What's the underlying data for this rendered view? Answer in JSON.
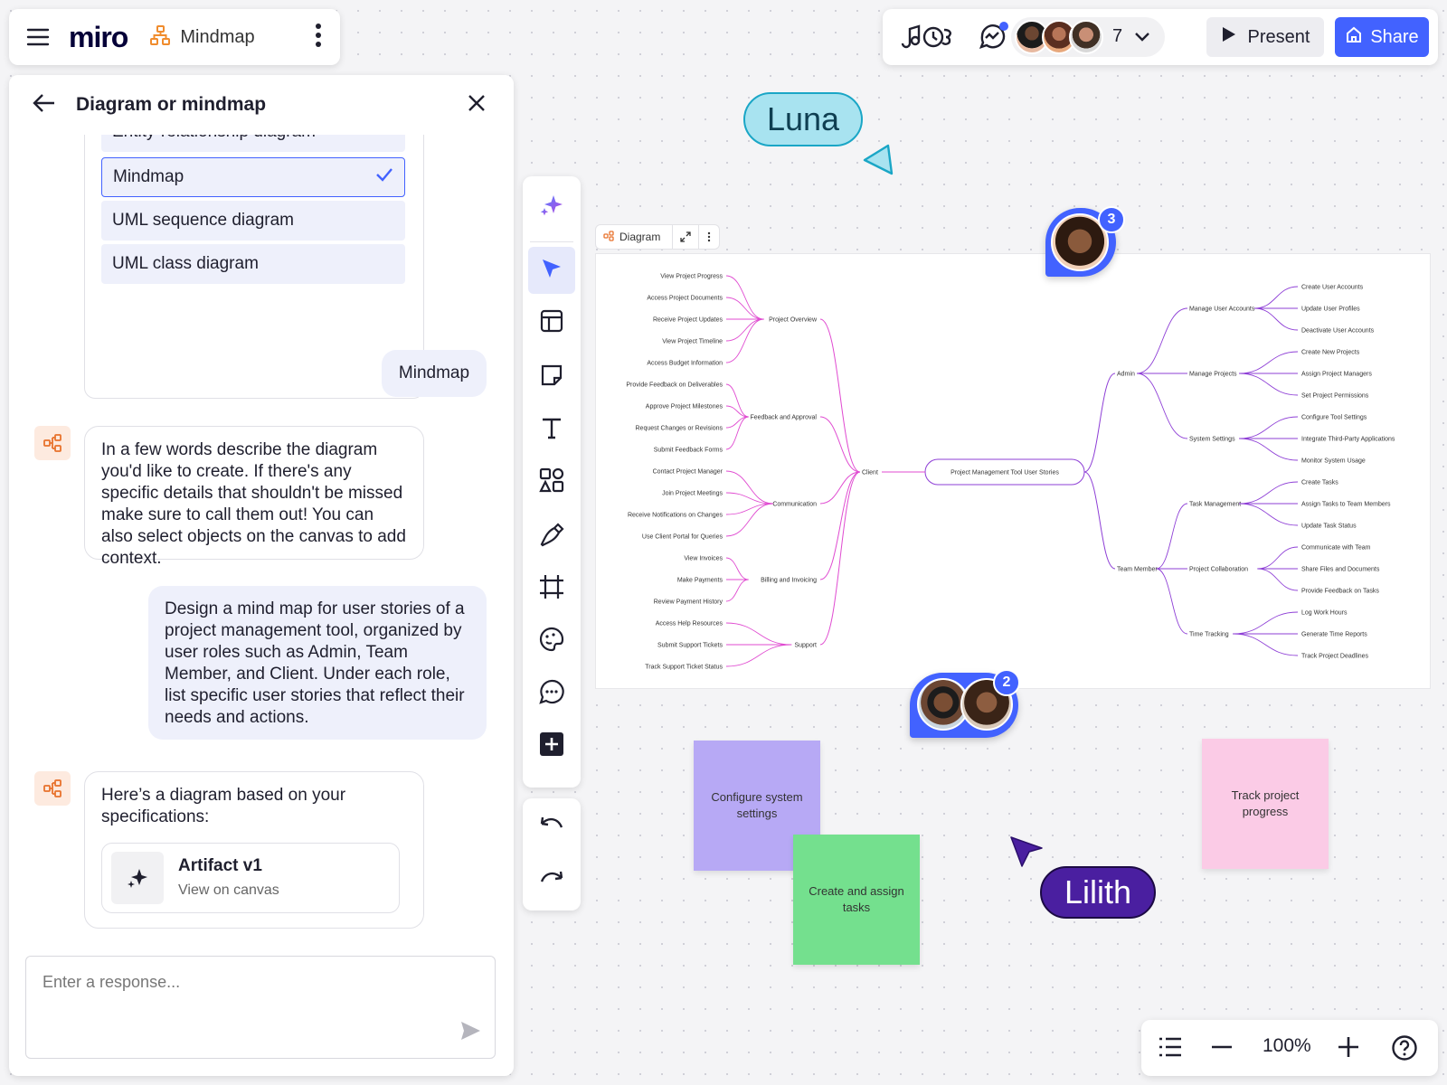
{
  "app": {
    "logo": "miro",
    "board_name": "Mindmap"
  },
  "collaborators": {
    "count": "7"
  },
  "toolbar_top": {
    "present_label": "Present",
    "share_label": "Share"
  },
  "panel": {
    "title": "Diagram or mindmap",
    "options": [
      {
        "label": "Entity-relationship diagram",
        "selected": false
      },
      {
        "label": "Mindmap",
        "selected": true
      },
      {
        "label": "UML sequence diagram",
        "selected": false
      },
      {
        "label": "UML class diagram",
        "selected": false
      }
    ],
    "messages": [
      {
        "role": "user",
        "text": "Mindmap"
      },
      {
        "role": "assistant",
        "text": "In a few words describe the diagram you'd like to create. If there's any specific details that shouldn't be missed make sure to call them out! You can also select objects on the canvas to add context."
      },
      {
        "role": "user",
        "text": "Design a mind map for user stories of a project management tool, organized by user roles such as Admin, Team Member, and Client. Under each role, list specific user stories that reflect their needs and actions."
      },
      {
        "role": "assistant",
        "text": "Here’s a diagram based on your specifications:"
      }
    ],
    "artifact": {
      "title": "Artifact v1",
      "subtitle": "View on canvas"
    },
    "reply_placeholder": "Enter a response..."
  },
  "diagram": {
    "tag": "Diagram",
    "root": "Project Management Tool User Stories",
    "left": {
      "label": "Client",
      "groups": [
        {
          "label": "Project Overview",
          "items": [
            "View Project Progress",
            "Access Project Documents",
            "Receive Project Updates",
            "View Project Timeline",
            "Access Budget Information"
          ]
        },
        {
          "label": "Feedback and Approval",
          "items": [
            "Provide Feedback on Deliverables",
            "Approve Project Milestones",
            "Request Changes or Revisions",
            "Submit Feedback Forms"
          ]
        },
        {
          "label": "Communication",
          "items": [
            "Contact Project Manager",
            "Join Project Meetings",
            "Receive Notifications on Changes",
            "Use Client Portal for Queries"
          ]
        },
        {
          "label": "Billing and Invoicing",
          "items": [
            "View Invoices",
            "Make Payments",
            "Review Payment History"
          ]
        },
        {
          "label": "Support",
          "items": [
            "Access Help Resources",
            "Submit Support Tickets",
            "Track Support Ticket Status"
          ]
        }
      ]
    },
    "right": [
      {
        "label": "Admin",
        "groups": [
          {
            "label": "Manage User Accounts",
            "items": [
              "Create User Accounts",
              "Update User Profiles",
              "Deactivate User Accounts"
            ]
          },
          {
            "label": "Manage Projects",
            "items": [
              "Create New Projects",
              "Assign Project Managers",
              "Set Project Permissions"
            ]
          },
          {
            "label": "System Settings",
            "items": [
              "Configure Tool Settings",
              "Integrate Third-Party Applications",
              "Monitor System Usage"
            ]
          }
        ]
      },
      {
        "label": "Team Member",
        "groups": [
          {
            "label": "Task Management",
            "items": [
              "Create Tasks",
              "Assign Tasks to Team Members",
              "Update Task Status"
            ]
          },
          {
            "label": "Project Collaboration",
            "items": [
              "Communicate with Team",
              "Share Files and Documents",
              "Provide Feedback on Tasks"
            ]
          },
          {
            "label": "Time Tracking",
            "items": [
              "Log Work Hours",
              "Generate Time Reports",
              "Track Project Deadlines"
            ]
          }
        ]
      }
    ]
  },
  "cursors": {
    "luna": "Luna",
    "lilith": "Lilith"
  },
  "comment_badges": {
    "top": "3",
    "bottom": "2"
  },
  "stickies": [
    {
      "text": "Configure system settings",
      "color": "#b7a9f5"
    },
    {
      "text": "Create and assign tasks",
      "color": "#74e08e"
    },
    {
      "text": "Track project progress",
      "color": "#fbcbe6"
    }
  ],
  "zoom": {
    "level": "100%"
  },
  "colors": {
    "accent": "#4262ff",
    "mindmap_left": "#e04bd1",
    "mindmap_right": "#8e3fd6",
    "luna_tag": "#a8e3f0",
    "lilith_tag": "#4a1fa0"
  }
}
